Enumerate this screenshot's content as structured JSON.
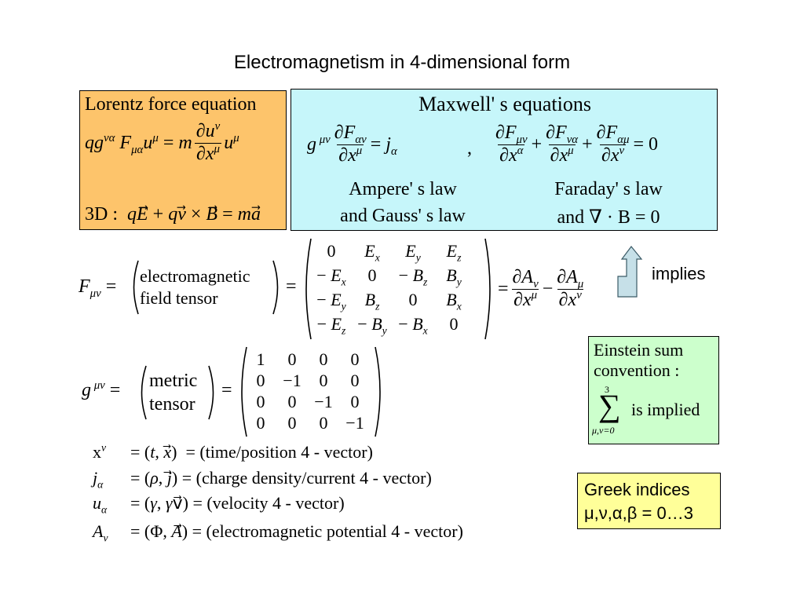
{
  "title": "Electromagnetism in 4-dimensional form",
  "lorentz": {
    "heading": "Lorentz force equation",
    "label_3d": "3D :"
  },
  "maxwell": {
    "heading": "Maxwell' s equations",
    "ampere_line1": "Ampere' s law",
    "ampere_line2": "and Gauss' s law",
    "faraday_line1": "Faraday' s law",
    "faraday_line2": "and ∇ · B = 0"
  },
  "implies_label": "implies",
  "field_tensor": {
    "desc_line1": "electromagnetic",
    "desc_line2": "field tensor",
    "matrix": [
      [
        "0",
        "E_x",
        "E_y",
        "E_z"
      ],
      [
        "− E_x",
        "0",
        "− B_z",
        "B_y"
      ],
      [
        "− E_y",
        "B_z",
        "0",
        "B_x"
      ],
      [
        "− E_z",
        "− B_y",
        "− B_x",
        "0"
      ]
    ]
  },
  "metric_tensor": {
    "desc_line1": "metric",
    "desc_line2": "tensor",
    "matrix": [
      [
        "1",
        "0",
        "0",
        "0"
      ],
      [
        "0",
        "−1",
        "0",
        "0"
      ],
      [
        "0",
        "0",
        "−1",
        "0"
      ],
      [
        "0",
        "0",
        "0",
        "−1"
      ]
    ]
  },
  "einstein": {
    "line1": "Einstein sum",
    "line2": "convention :",
    "sum_upper": "3",
    "sum_lower": "μ,ν=0",
    "implied": "is implied"
  },
  "four_vectors": [
    {
      "rhs": "= (time/position 4 - vector)"
    },
    {
      "rhs": "= (charge density/current 4 - vector)"
    },
    {
      "rhs": "= (velocity 4 - vector)"
    },
    {
      "rhs": "= (electromagnetic potential 4 - vector)"
    }
  ],
  "greek": {
    "line1": "Greek indices",
    "line2": "μ,ν,α,β = 0…3"
  },
  "colors": {
    "lorentz_bg": "#fdc46b",
    "maxwell_bg": "#c6f6fa",
    "einstein_bg": "#ccffcc",
    "greek_bg": "#ffff99",
    "arrow_fill": "#c6e0e8"
  }
}
